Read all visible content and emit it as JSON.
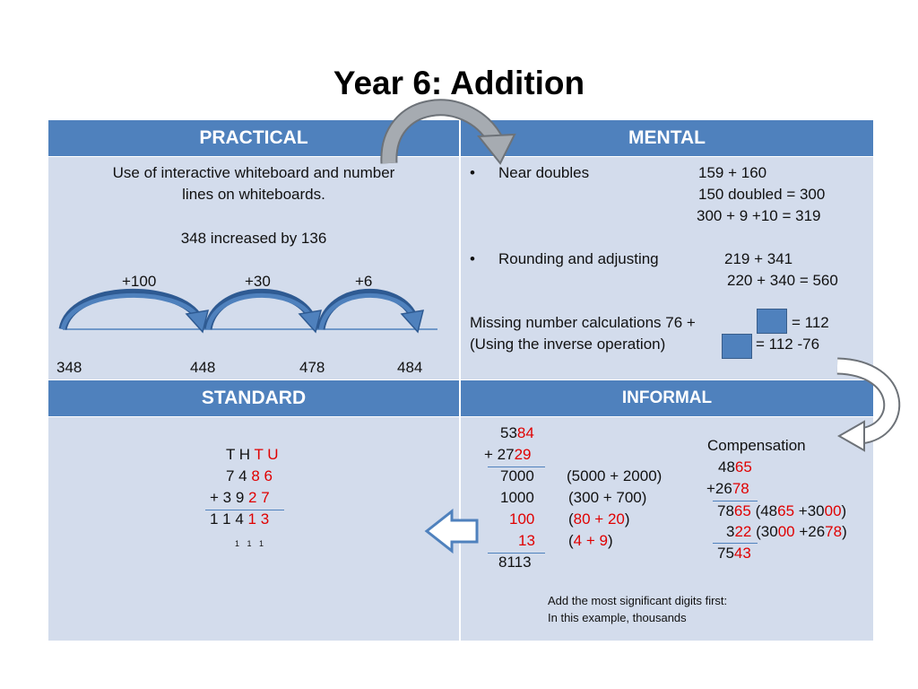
{
  "title": "Year 6: Addition",
  "headers": {
    "practical": "PRACTICAL",
    "mental": "MENTAL",
    "standard": "STANDARD",
    "informal": "INFORMAL"
  },
  "practical": {
    "line1": "Use of interactive whiteboard and number",
    "line2": "lines on whiteboards.",
    "statement": "348 increased by 136",
    "jumps": [
      "+100",
      "+30",
      "+6"
    ],
    "points": [
      "348",
      "448",
      "478",
      "484"
    ]
  },
  "mental": {
    "bullet": "•",
    "near_doubles": {
      "label": "Near doubles",
      "lines": [
        "159 + 160",
        "150 doubled = 300",
        "300 + 9 +10 = 319"
      ]
    },
    "rounding": {
      "label": "Rounding and adjusting",
      "lines": [
        "219 + 341",
        "220 + 340 = 560"
      ]
    },
    "missing": {
      "line1_a": "Missing number calculations 76 +",
      "line1_b": "= 112",
      "line2_a": "(Using the inverse operation)",
      "line2_b": "=  112 -76"
    }
  },
  "standard": {
    "header_row": [
      "T H ",
      "T U"
    ],
    "row1": [
      "7 4 ",
      "8 6"
    ],
    "row2": [
      "+ 3 9 ",
      "2 7"
    ],
    "row3": [
      "1 1 4 ",
      "1 3"
    ],
    "carries": "1 1 1"
  },
  "informal": {
    "partitioned": {
      "n1": [
        "53",
        "84"
      ],
      "n2": [
        "+ 27",
        "29"
      ],
      "r1": "7000",
      "r1_note": "(5000 + 2000)",
      "r2": "1000",
      "r2_note": "(300 + 700)",
      "r3": "100",
      "r3_note": [
        "(",
        "80 + 20",
        ")"
      ],
      "r4": "13",
      "r4_note": [
        "(",
        "4 + 9",
        ")"
      ],
      "total": "8113"
    },
    "compensation": {
      "label": "Compensation",
      "n1": [
        "48",
        "65"
      ],
      "n2": [
        "+26",
        "78"
      ],
      "r1": [
        "78",
        "65",
        " (48",
        "65",
        " +30",
        "00",
        ")"
      ],
      "r2": [
        "3",
        "22",
        " (30",
        "00",
        " +26",
        "78",
        ")"
      ],
      "total": [
        "75",
        "43"
      ]
    },
    "note_line1": "Add the most significant digits first:",
    "note_line2": "In this example, thousands"
  },
  "colors": {
    "header_blue": "#4f81bd",
    "cell_fill": "#d3dcec",
    "highlight_red": "#e00000",
    "arrow_grey": "#9fa4aa"
  }
}
